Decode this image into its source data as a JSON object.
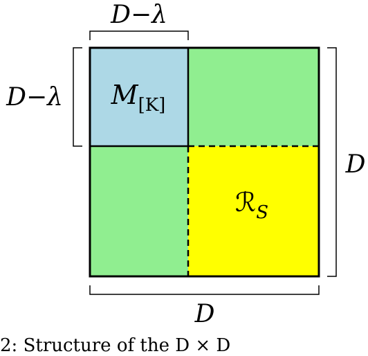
{
  "labels": {
    "top_bracket": "D−λ",
    "left_bracket": "D−λ",
    "right_bracket": "D",
    "bottom_bracket": "D",
    "block_top_left_main": "M",
    "block_top_left_sub": "[K]",
    "block_bottom_right_main": "ℛ",
    "block_bottom_right_sub": "S"
  },
  "caption": "2: Structure of the  D × D",
  "colors": {
    "top_left_block": "#add8e6",
    "off_diagonal_blocks": "#90ee90",
    "bottom_right_block": "#ffff00",
    "outline": "#000000"
  }
}
